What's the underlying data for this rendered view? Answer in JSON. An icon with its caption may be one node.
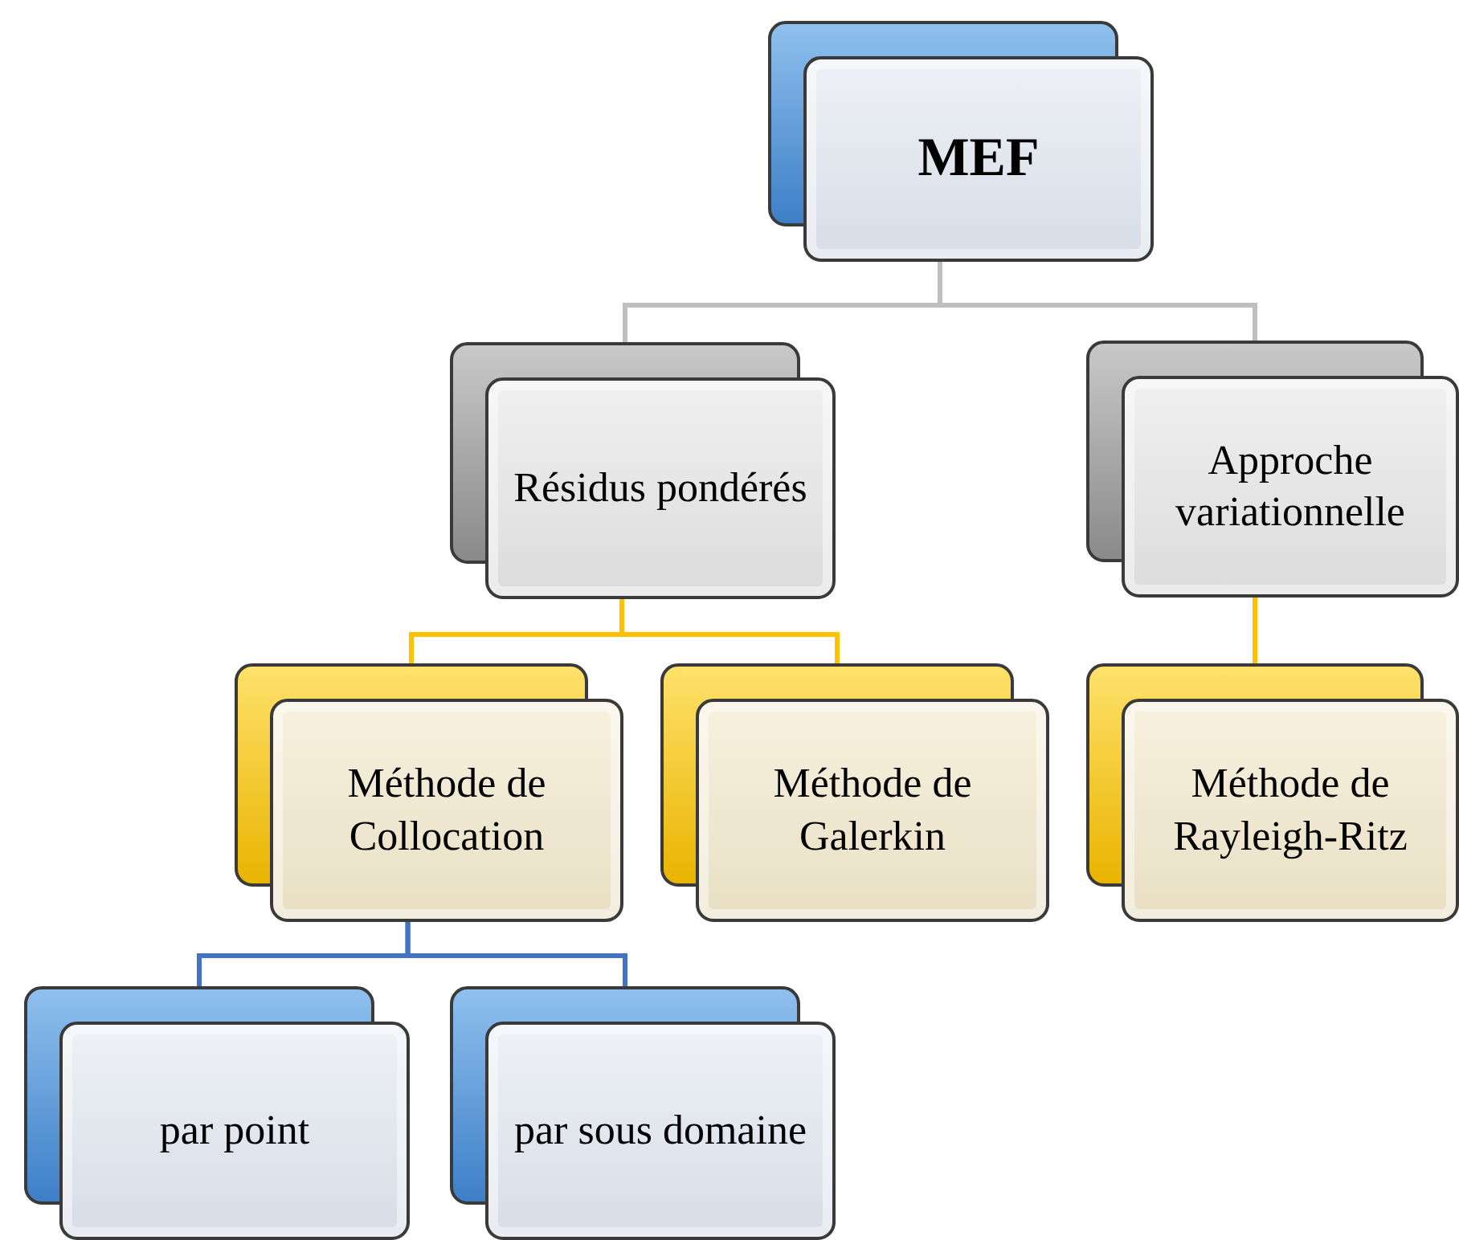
{
  "diagram": {
    "nodes": [
      {
        "text": [
          "MEF"
        ]
      },
      {
        "text": [
          "Résidus pondérés"
        ]
      },
      {
        "text": [
          "Approche variationnelle"
        ]
      },
      {
        "text": [
          "Méthode de Collocation"
        ]
      },
      {
        "text": [
          "Méthode de Galerkin"
        ]
      },
      {
        "text": [
          "Méthode de Rayleigh-Ritz"
        ]
      },
      {
        "text": [
          "par point"
        ]
      },
      {
        "text": [
          "par sous domaine"
        ]
      }
    ],
    "edges": [
      {
        "from": 0,
        "to": 1,
        "arrow": "none",
        "color": "#bfbfbf"
      },
      {
        "from": 0,
        "to": 2,
        "arrow": "none",
        "color": "#bfbfbf"
      },
      {
        "from": 1,
        "to": 3,
        "arrow": "none"
      },
      {
        "from": 1,
        "to": 4,
        "arrow": "none"
      },
      {
        "from": 2,
        "to": 5,
        "arrow": "none"
      },
      {
        "from": 3,
        "to": 6,
        "arrow": "none",
        "color": "#4472c4"
      },
      {
        "from": 3,
        "to": 7,
        "arrow": "none",
        "color": "#4472c4"
      }
    ]
  }
}
